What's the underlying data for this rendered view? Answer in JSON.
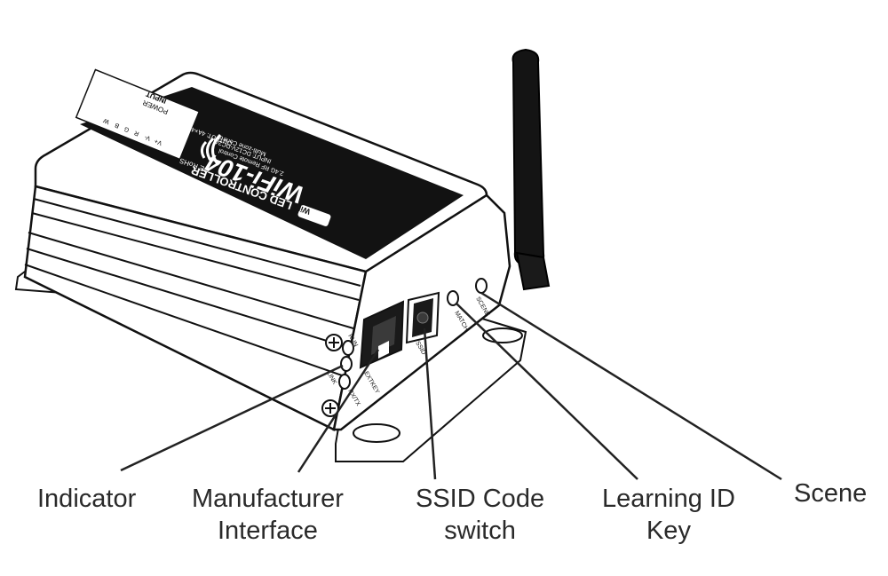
{
  "labels": {
    "indicator": "Indicator",
    "manufacturer_line1": "Manufacturer",
    "manufacturer_line2": "Interface",
    "ssid_line1": "SSID Code",
    "ssid_line2": "switch",
    "learning_line1": "Learning ID",
    "learning_line2": "Key",
    "scene": "Scene"
  },
  "device": {
    "title": "WiFi-104",
    "subtitle": "LED CONTROLLER",
    "platforms": "IOS  Android",
    "cert": "CE RoHS",
    "wifi_badge": "WiFi",
    "input_spec": "INPUT: DC12V-DC24V",
    "output_spec": "OUTPUT: 4A×4CH",
    "rf_spec": "2.4G RF Remote Control",
    "zone_spec": "Multi-zone Control",
    "terminal_header": "INPUT",
    "terminal_power": "POWER",
    "terminal_pins": [
      "V+",
      "V-",
      "R",
      "G",
      "B",
      "W"
    ],
    "front_run": "RUN",
    "front_link": "LINK",
    "front_rxtx": "RX/TX",
    "front_extkey": "EXTKEY",
    "front_ssid": "SSID",
    "front_match": "MATCH",
    "front_scene": "SCENE"
  }
}
